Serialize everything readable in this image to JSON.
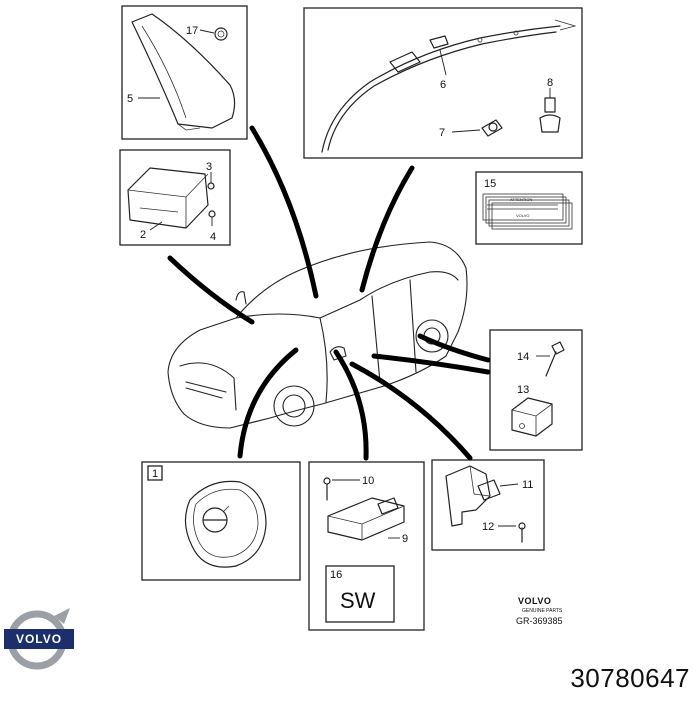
{
  "callouts": {
    "c1": "1",
    "c2": "2",
    "c3": "3",
    "c4": "4",
    "c5": "5",
    "c6": "6",
    "c7": "7",
    "c8": "8",
    "c9": "9",
    "c10": "10",
    "c11": "11",
    "c12": "12",
    "c13": "13",
    "c14": "14",
    "c15": "15",
    "c16": "16",
    "c17": "17"
  },
  "sw_label": "SW",
  "label_card": {
    "title": "ATTENTION",
    "brand": "VOLVO"
  },
  "footer": {
    "brand": "VOLVO",
    "subtitle": "GENUINE PARTS",
    "ref": "GR-369385"
  },
  "logo_text": "VOLVO",
  "part_number": "30780647",
  "colors": {
    "ink": "#222222",
    "logo_blue": "#1c2f6b",
    "logo_gray": "#9aa0a6"
  }
}
